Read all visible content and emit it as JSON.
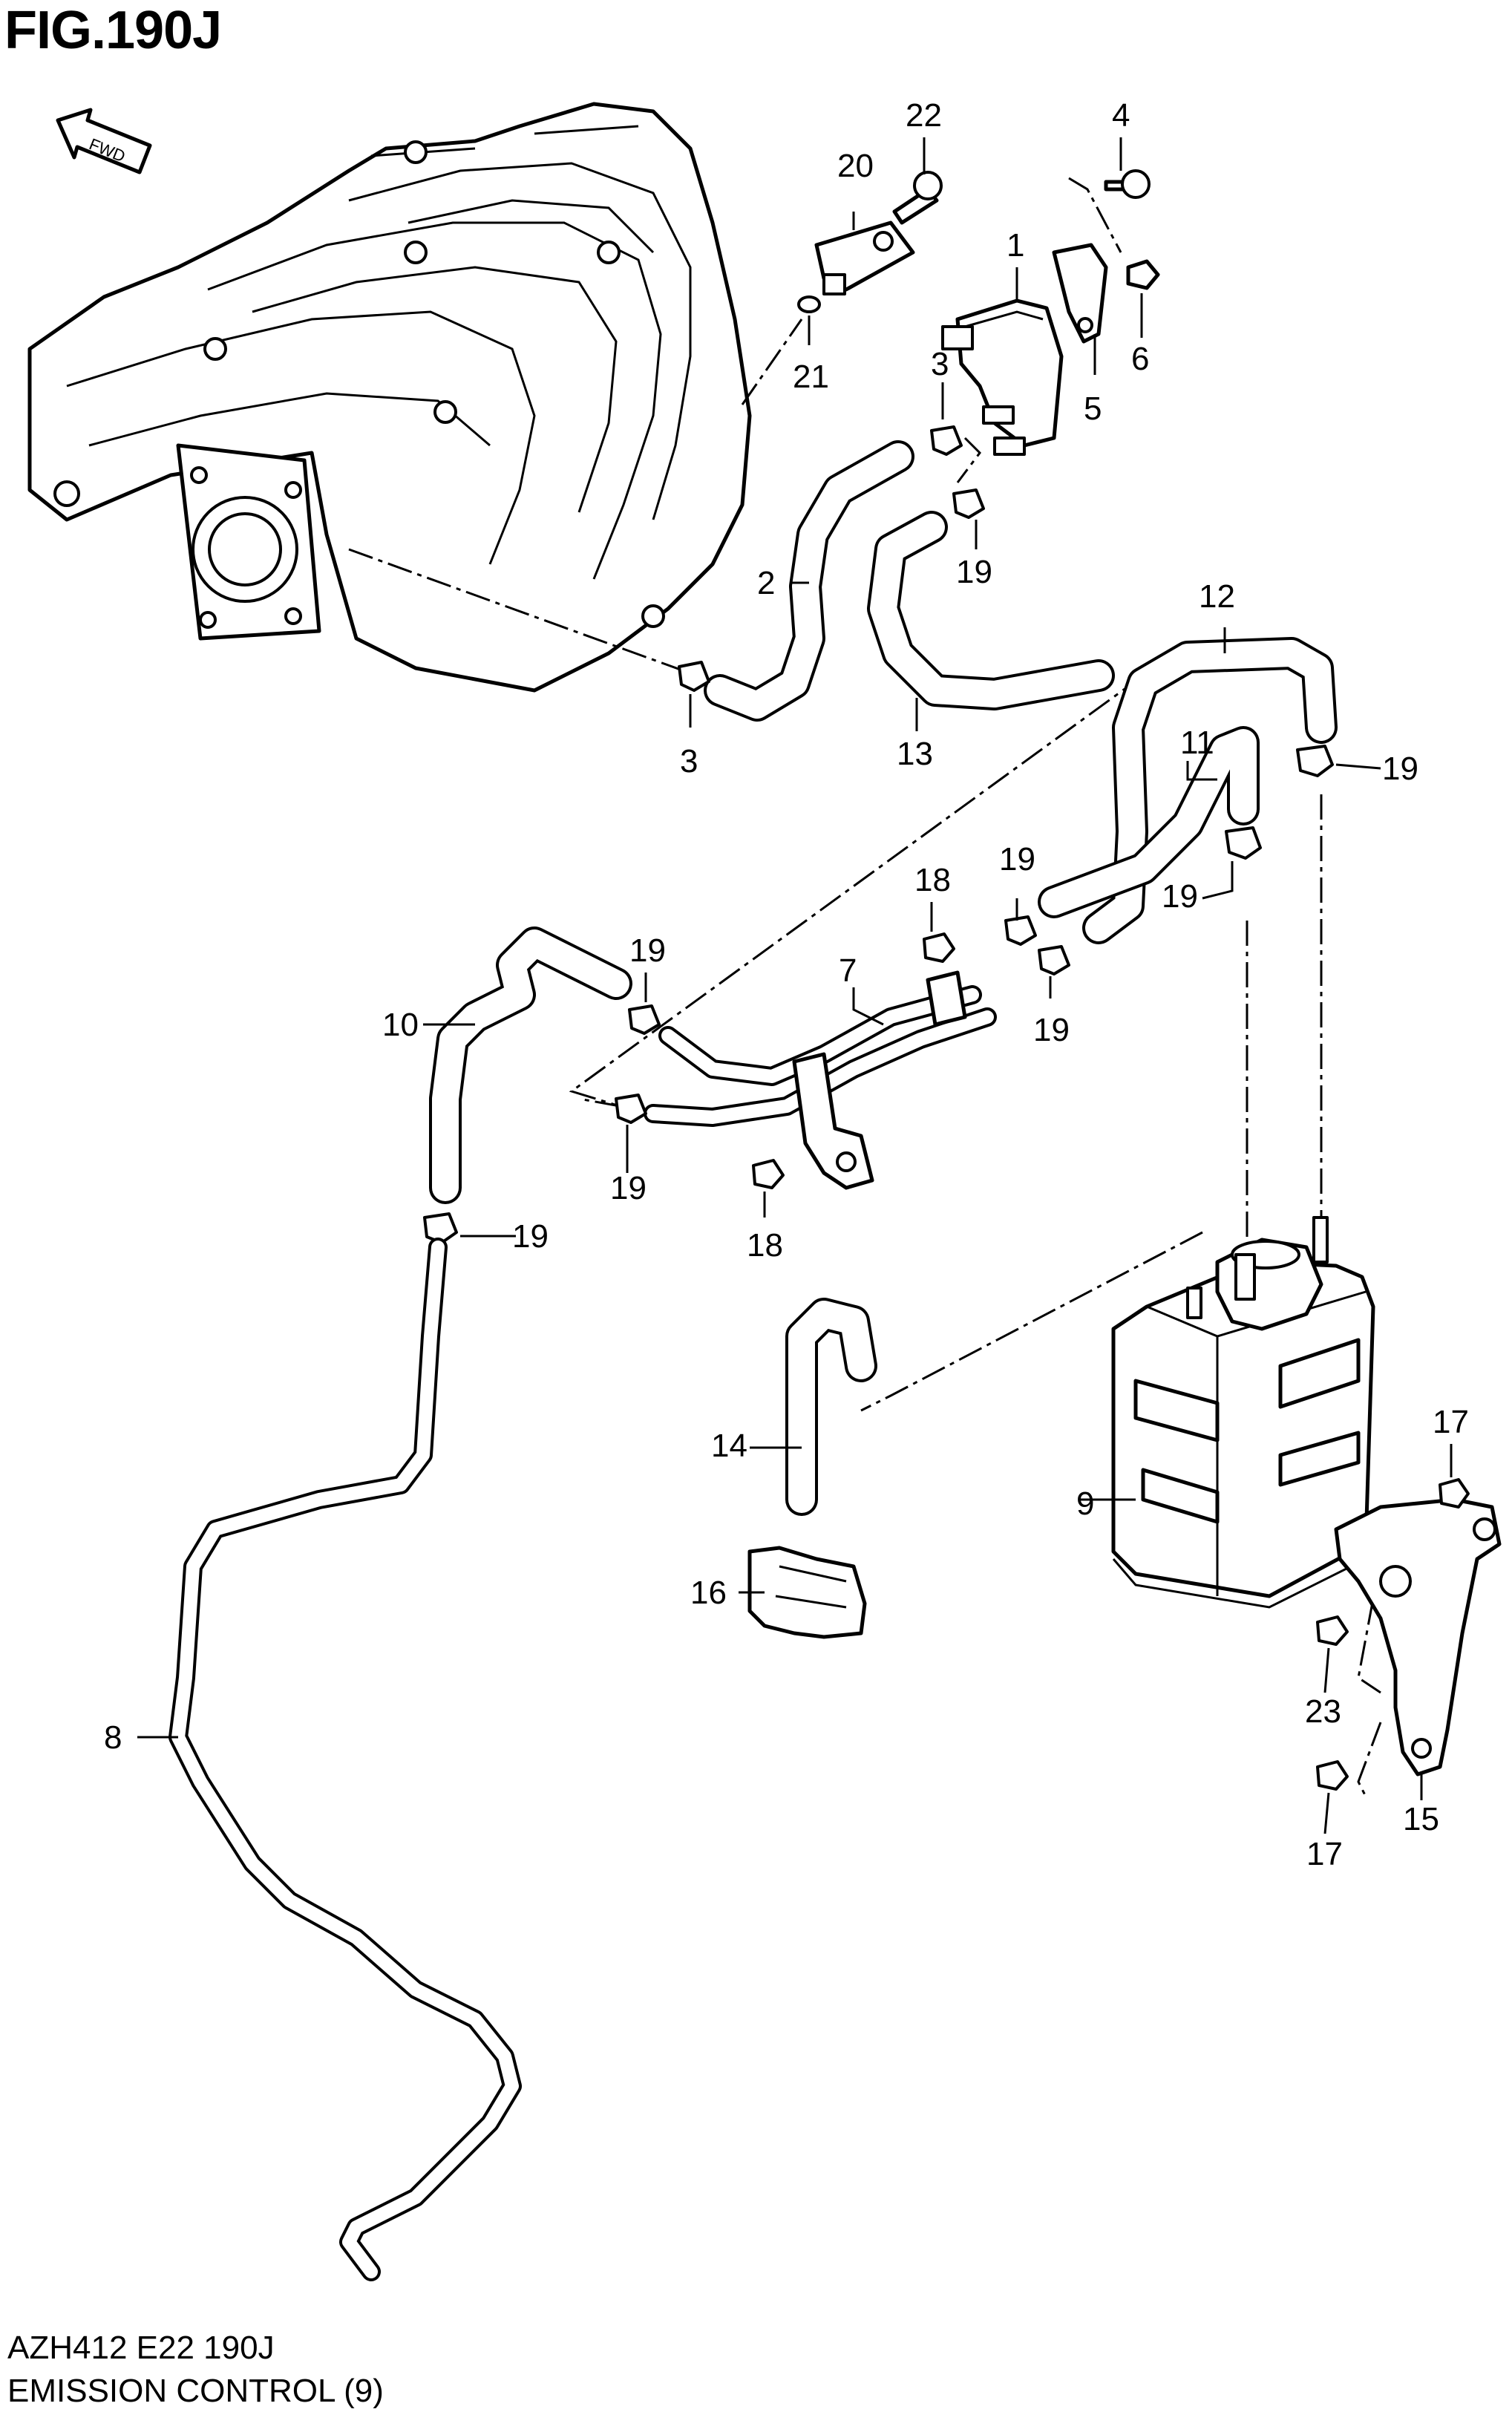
{
  "figure": {
    "title": "FIG.190J",
    "code": "AZH412 E22 190J",
    "caption": "EMISSION CONTROL (9)"
  },
  "direction_marker": {
    "label": "FWD"
  },
  "callouts": {
    "c1": "1",
    "c2": "2",
    "c3a": "3",
    "c3b": "3",
    "c4": "4",
    "c5": "5",
    "c6": "6",
    "c7": "7",
    "c8": "8",
    "c9": "9",
    "c10": "10",
    "c11": "11",
    "c12": "12",
    "c13": "13",
    "c14": "14",
    "c15": "15",
    "c16": "16",
    "c17a": "17",
    "c17b": "17",
    "c18a": "18",
    "c18b": "18",
    "c19a": "19",
    "c19b": "19",
    "c19c": "19",
    "c19d": "19",
    "c19e": "19",
    "c19f": "19",
    "c19g": "19",
    "c19h": "19",
    "c20": "20",
    "c21": "21",
    "c22": "22",
    "c23": "23"
  },
  "colors": {
    "line": "#000000",
    "background": "#ffffff"
  }
}
